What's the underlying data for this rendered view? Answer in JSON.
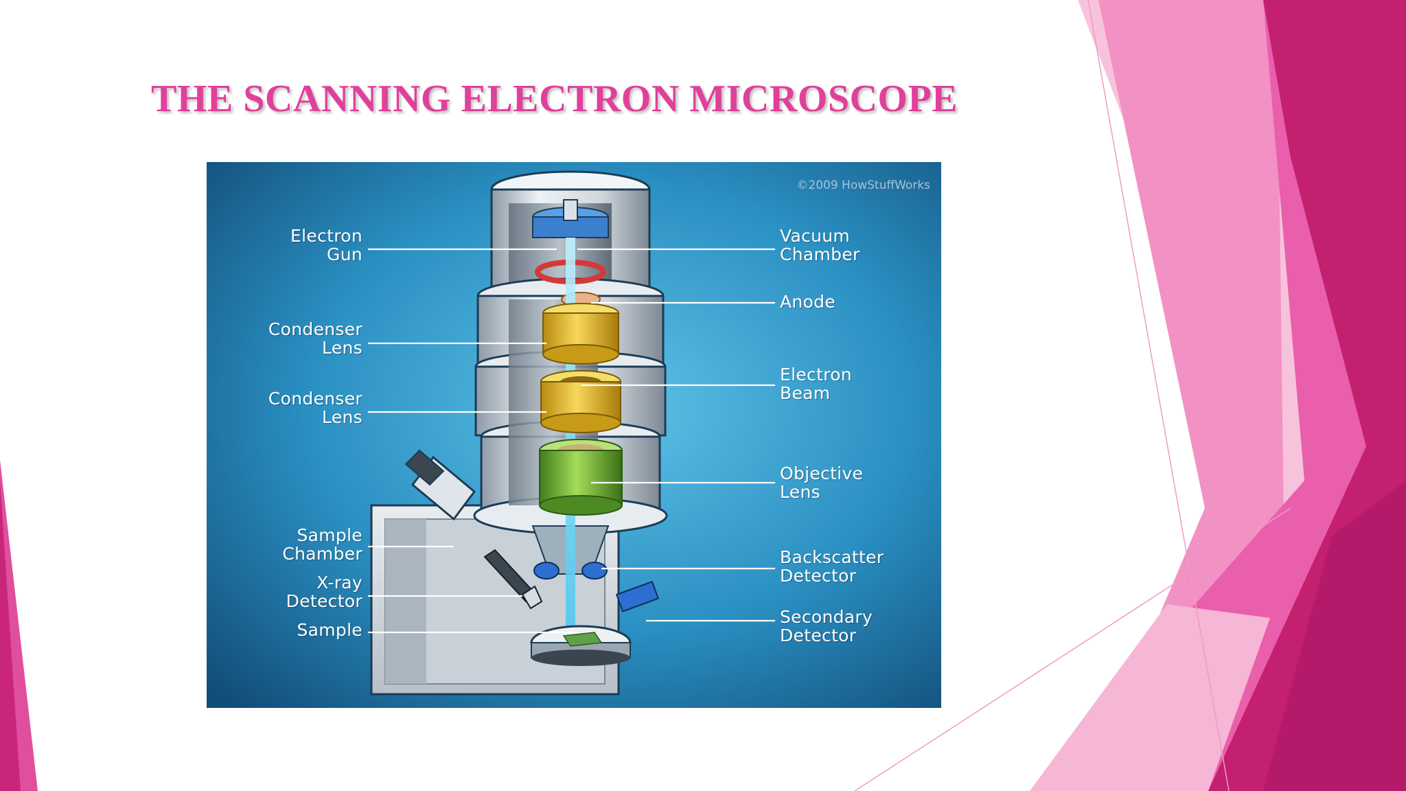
{
  "slide": {
    "title": "THE SCANNING ELECTRON MICROSCOPE",
    "colors": {
      "title": "#e0409a",
      "accent_dark": "#b41c70",
      "accent_mid": "#e85aa8",
      "accent_light": "#f3a9cf",
      "diagram_bg": "#1e6f9e"
    }
  },
  "diagram": {
    "credit": "©2009 HowStuffWorks",
    "labels_left": [
      {
        "id": "electron-gun",
        "text": "Electron\nGun"
      },
      {
        "id": "condenser-lens-1",
        "text": "Condenser\nLens"
      },
      {
        "id": "condenser-lens-2",
        "text": "Condenser\nLens"
      },
      {
        "id": "sample-chamber",
        "text": "Sample\nChamber"
      },
      {
        "id": "x-ray-detector",
        "text": "X-ray\nDetector"
      },
      {
        "id": "sample",
        "text": "Sample"
      }
    ],
    "labels_right": [
      {
        "id": "vacuum-chamber",
        "text": "Vacuum\nChamber"
      },
      {
        "id": "anode",
        "text": "Anode"
      },
      {
        "id": "electron-beam",
        "text": "Electron\nBeam"
      },
      {
        "id": "objective-lens",
        "text": "Objective\nLens"
      },
      {
        "id": "backscatter-detector",
        "text": "Backscatter\nDetector"
      },
      {
        "id": "secondary-detector",
        "text": "Secondary\nDetector"
      }
    ]
  }
}
